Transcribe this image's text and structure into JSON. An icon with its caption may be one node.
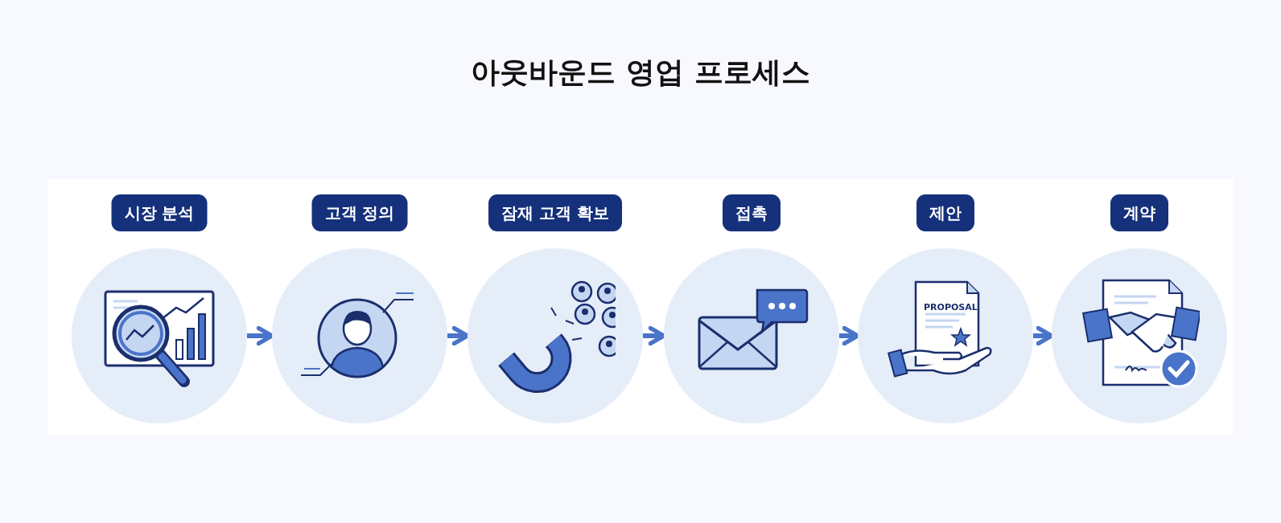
{
  "diagram": {
    "title": "아웃바운드 영업 프로세스",
    "nodes": [
      {
        "text": [
          "시장 분석"
        ]
      },
      {
        "text": [
          "고객 정의"
        ]
      },
      {
        "text": [
          "잠재 고객 확보"
        ]
      },
      {
        "text": [
          "접촉"
        ]
      },
      {
        "text": [
          "제안"
        ]
      },
      {
        "text": [
          "계약"
        ]
      }
    ],
    "edges": [
      {
        "from": 0,
        "to": 1,
        "arrow": "to"
      },
      {
        "from": 1,
        "to": 2,
        "arrow": "to"
      },
      {
        "from": 2,
        "to": 3,
        "arrow": "to"
      },
      {
        "from": 3,
        "to": 4,
        "arrow": "to"
      },
      {
        "from": 4,
        "to": 5,
        "arrow": "to"
      }
    ],
    "labels": [
      "PROPOSAL"
    ]
  }
}
